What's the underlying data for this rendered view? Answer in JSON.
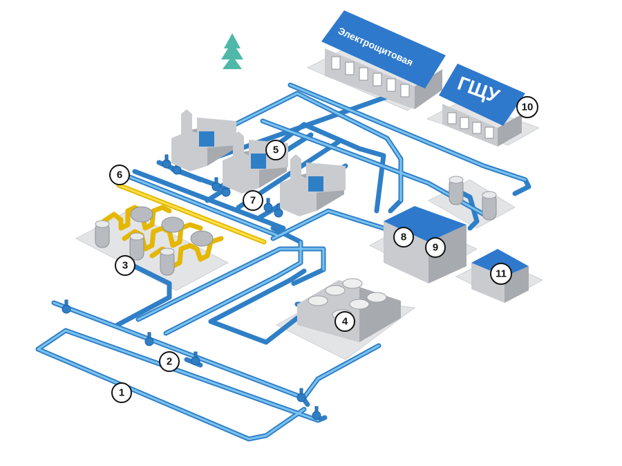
{
  "buildings": {
    "switchgear_label": "Электрощитовая",
    "control_label": "ГЩУ"
  },
  "callouts": [
    "1",
    "2",
    "3",
    "4",
    "5",
    "6",
    "7",
    "8",
    "9",
    "10",
    "11"
  ],
  "colors": {
    "water_pipe": "#2f7fc7",
    "water_pipe_highlight": "#7cc3ef",
    "gas_pipe": "#e4b700",
    "roof": "#2e79cc",
    "tree": "#4fb8a8"
  }
}
